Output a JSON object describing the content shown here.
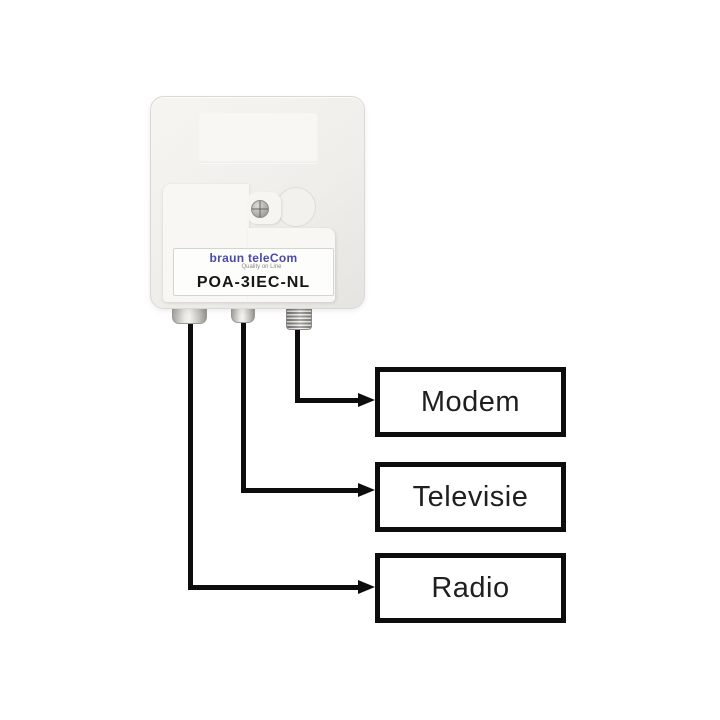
{
  "device": {
    "brand": "braun teleCom",
    "tagline": "Quality on Line",
    "model": "POA-3IEC-NL",
    "connectors": [
      {
        "name": "radio-connector",
        "type": "IEC coax"
      },
      {
        "name": "tv-connector",
        "type": "IEC coax"
      },
      {
        "name": "modem-connector",
        "type": "F-connector"
      }
    ]
  },
  "connections": [
    {
      "from": "modem-connector",
      "label": "Modem"
    },
    {
      "from": "tv-connector",
      "label": "Televisie"
    },
    {
      "from": "radio-connector",
      "label": "Radio"
    }
  ],
  "colors": {
    "line-color": "#0d0d0d",
    "box-border": "#0d0d0d",
    "box-text": "#1f1f1f",
    "brand-blue": "#4a4aab"
  }
}
